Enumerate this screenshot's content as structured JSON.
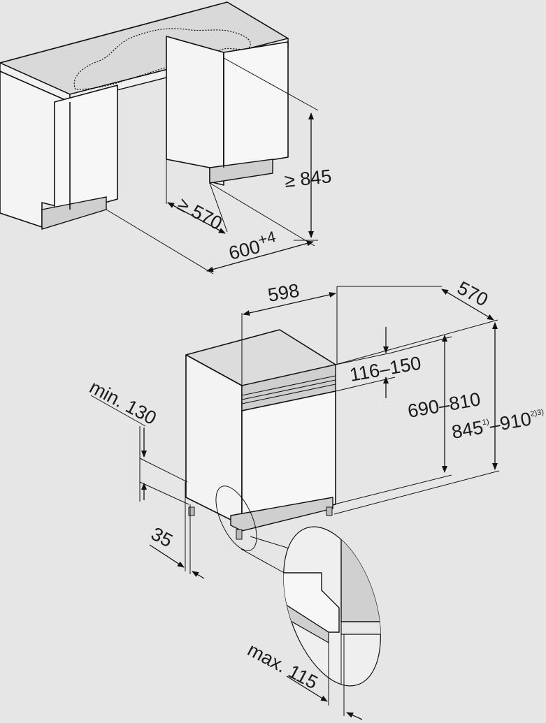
{
  "background_color": "#e6e6e6",
  "surface_light": "#f2f2f2",
  "surface_mid": "#d6d6d6",
  "surface_dark": "#bdbdbd",
  "line_color": "#111111",
  "cabinet_labels": {
    "height_min": "≥ 845",
    "depth_min": "≥ 570",
    "niche_width": "600",
    "niche_width_tolerance": "+4"
  },
  "appliance_labels": {
    "width": "598",
    "depth": "570",
    "panel_gap": "116–150",
    "door_height": "690–810",
    "total_height_min": "845",
    "total_height_min_note": "1)",
    "total_height_sep": "–910",
    "total_height_note": "2)3)",
    "plinth_height": "min. 130",
    "plinth_depth": "35",
    "panel_max": "max. 115"
  }
}
